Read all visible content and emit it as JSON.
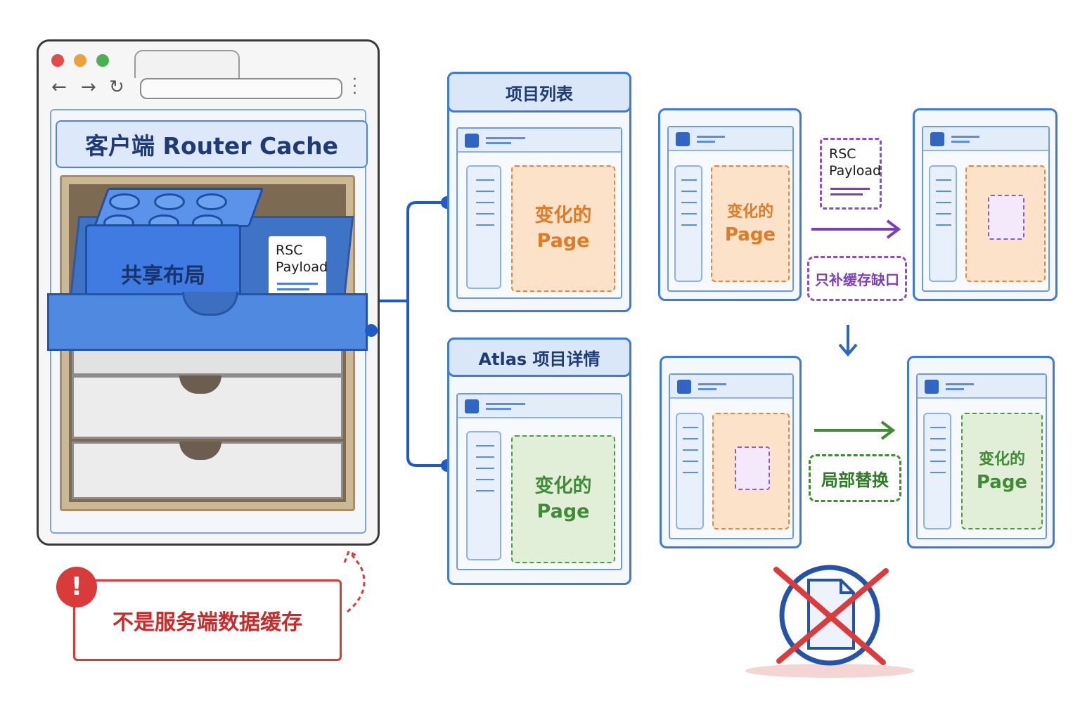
{
  "browser": {
    "title": "客户端 Router Cache",
    "shared_layout": "共享布局",
    "rsc_line1": "RSC",
    "rsc_line2": "Payload",
    "traffic_colors": [
      "#e04b4b",
      "#f0a03a",
      "#4cb050"
    ]
  },
  "warning": {
    "text": "不是服务端数据缓存",
    "icon": "!"
  },
  "routes": {
    "list": {
      "title": "项目列表",
      "page_line1": "变化的",
      "page_line2": "Page"
    },
    "detail": {
      "title": "Atlas 项目详情",
      "page_line1": "变化的",
      "page_line2": "Page"
    }
  },
  "flow": {
    "start": {
      "page_line1": "变化的",
      "page_line2": "Page"
    },
    "rsc_line1": "RSC",
    "rsc_line2": "Payload",
    "fill_gap_label": "只补缓存缺口",
    "replace_label": "局部替换",
    "end": {
      "page_line1": "变化的",
      "page_line2": "Page"
    }
  },
  "colors": {
    "blue": "#3e7ad8",
    "orange": "#e6893a",
    "green": "#4e9a45",
    "purple": "#8a4fc4",
    "red": "#d93a3a"
  }
}
